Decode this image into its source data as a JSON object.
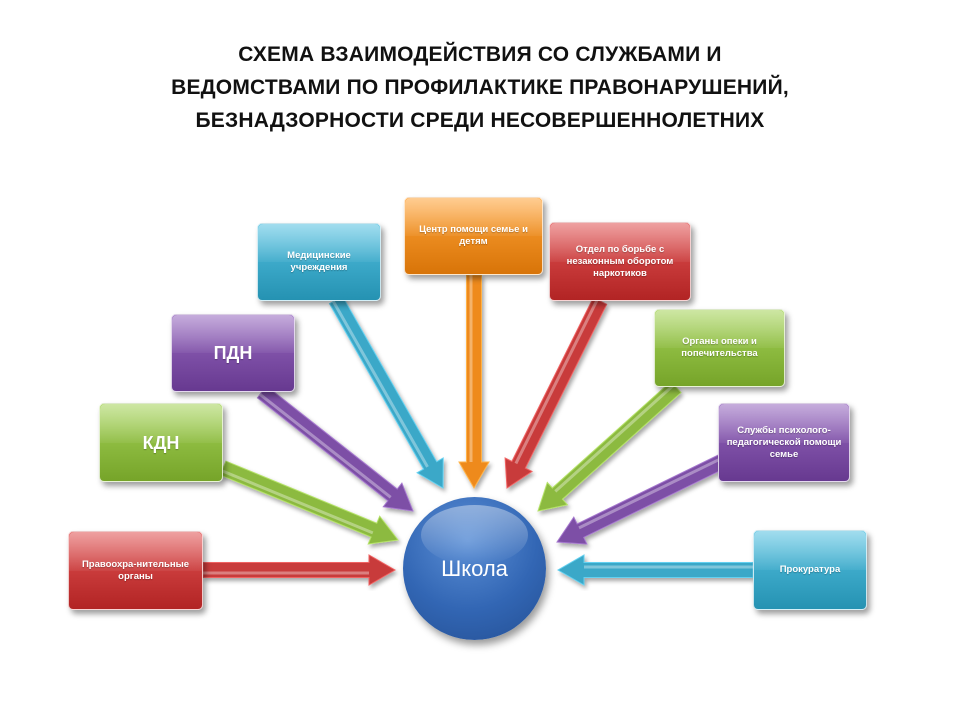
{
  "title": {
    "line1": "СХЕМА ВЗАИМОДЕЙСТВИЯ СО СЛУЖБАМИ И",
    "line2": "ВЕДОМСТВАМИ ПО ПРОФИЛАКТИКЕ ПРАВОНАРУШЕНИЙ,",
    "line3": "БЕЗНАДЗОРНОСТИ  СРЕДИ НЕСОВЕРШЕННОЛЕТНИХ"
  },
  "center": {
    "label": "Школа",
    "color": "#3266b4"
  },
  "boxes": [
    {
      "id": "pravoohr",
      "label": "Правоохра-нительные органы",
      "color": "#c83a3a"
    },
    {
      "id": "kdn",
      "label": "КДН",
      "color": "#8cba3f"
    },
    {
      "id": "pdn",
      "label": "ПДН",
      "color": "#7d4fa6"
    },
    {
      "id": "med",
      "label": "Медицинские учреждения",
      "color": "#3ba8c8"
    },
    {
      "id": "center-help",
      "label": "Центр помощи семье и детям",
      "color": "#ee8a1e"
    },
    {
      "id": "drugs",
      "label": "Отдел по борьбе с незаконным оборотом наркотиков",
      "color": "#c83a3a"
    },
    {
      "id": "opeka",
      "label": "Органы опеки и попечительства",
      "color": "#8cba3f"
    },
    {
      "id": "psych",
      "label": "Службы психолого-педагогической помощи семье",
      "color": "#7d4fa6"
    },
    {
      "id": "prokuratura",
      "label": "Прокуратура",
      "color": "#3ba8c8"
    }
  ]
}
